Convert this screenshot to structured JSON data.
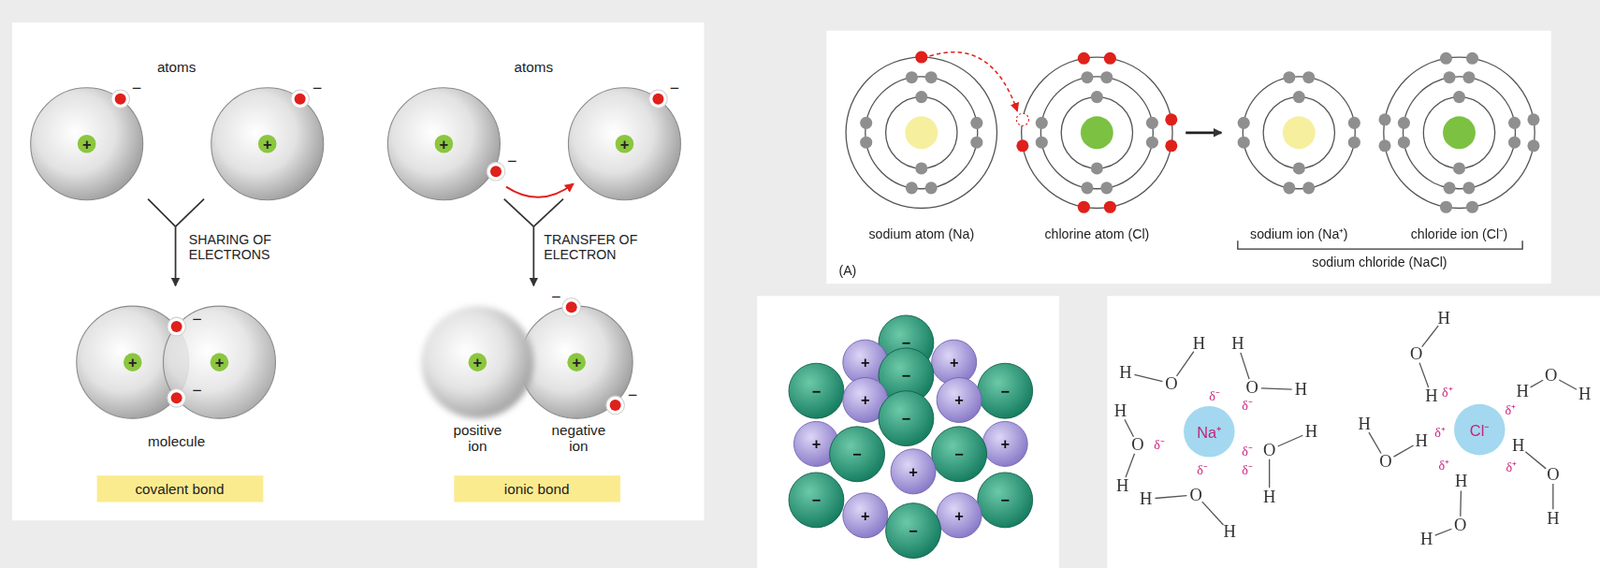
{
  "diagram": {
    "nodes": [
      {
        "text": [
          "covalent bond"
        ]
      },
      {
        "text": [
          "ionic bond"
        ]
      },
      {
        "text": [
          "Na⁺"
        ]
      },
      {
        "text": [
          "Cl⁻"
        ]
      }
    ],
    "labels": [
      "atoms",
      "atoms",
      "+",
      "−",
      "+",
      "−",
      "SHARING OF ELECTRONS",
      "+",
      "+",
      "−",
      "−",
      "molecule",
      "+",
      "−",
      "+",
      "−",
      "TRANSFER OF ELECTRON",
      "+",
      "+",
      "−",
      "−",
      "positive ion",
      "negative ion",
      "sodium atom (Na)",
      "chlorine atom (Cl)",
      "sodium ion (Na⁺)",
      "chloride ion (Cl⁻)",
      "sodium chloride (NaCl)",
      "(A)",
      "+",
      "−",
      "+",
      "−",
      "−",
      "+",
      "−",
      "+",
      "−",
      "+",
      "−",
      "+",
      "−",
      "+",
      "−",
      "+",
      "−",
      "+",
      "−",
      "H",
      "H",
      "H",
      "O",
      "O",
      "H",
      "H",
      "O",
      "O",
      "H",
      "H",
      "H",
      "H",
      "O",
      "H",
      "δ⁻",
      "δ⁻",
      "δ⁻",
      "δ⁻",
      "δ⁻",
      "δ⁻",
      "H",
      "O",
      "H",
      "H",
      "O",
      "H",
      "H",
      "H",
      "O",
      "H",
      "O",
      "H",
      "H",
      "O",
      "H",
      "δ⁺",
      "δ⁺",
      "δ⁺",
      "δ⁺",
      "δ⁺"
    ]
  }
}
